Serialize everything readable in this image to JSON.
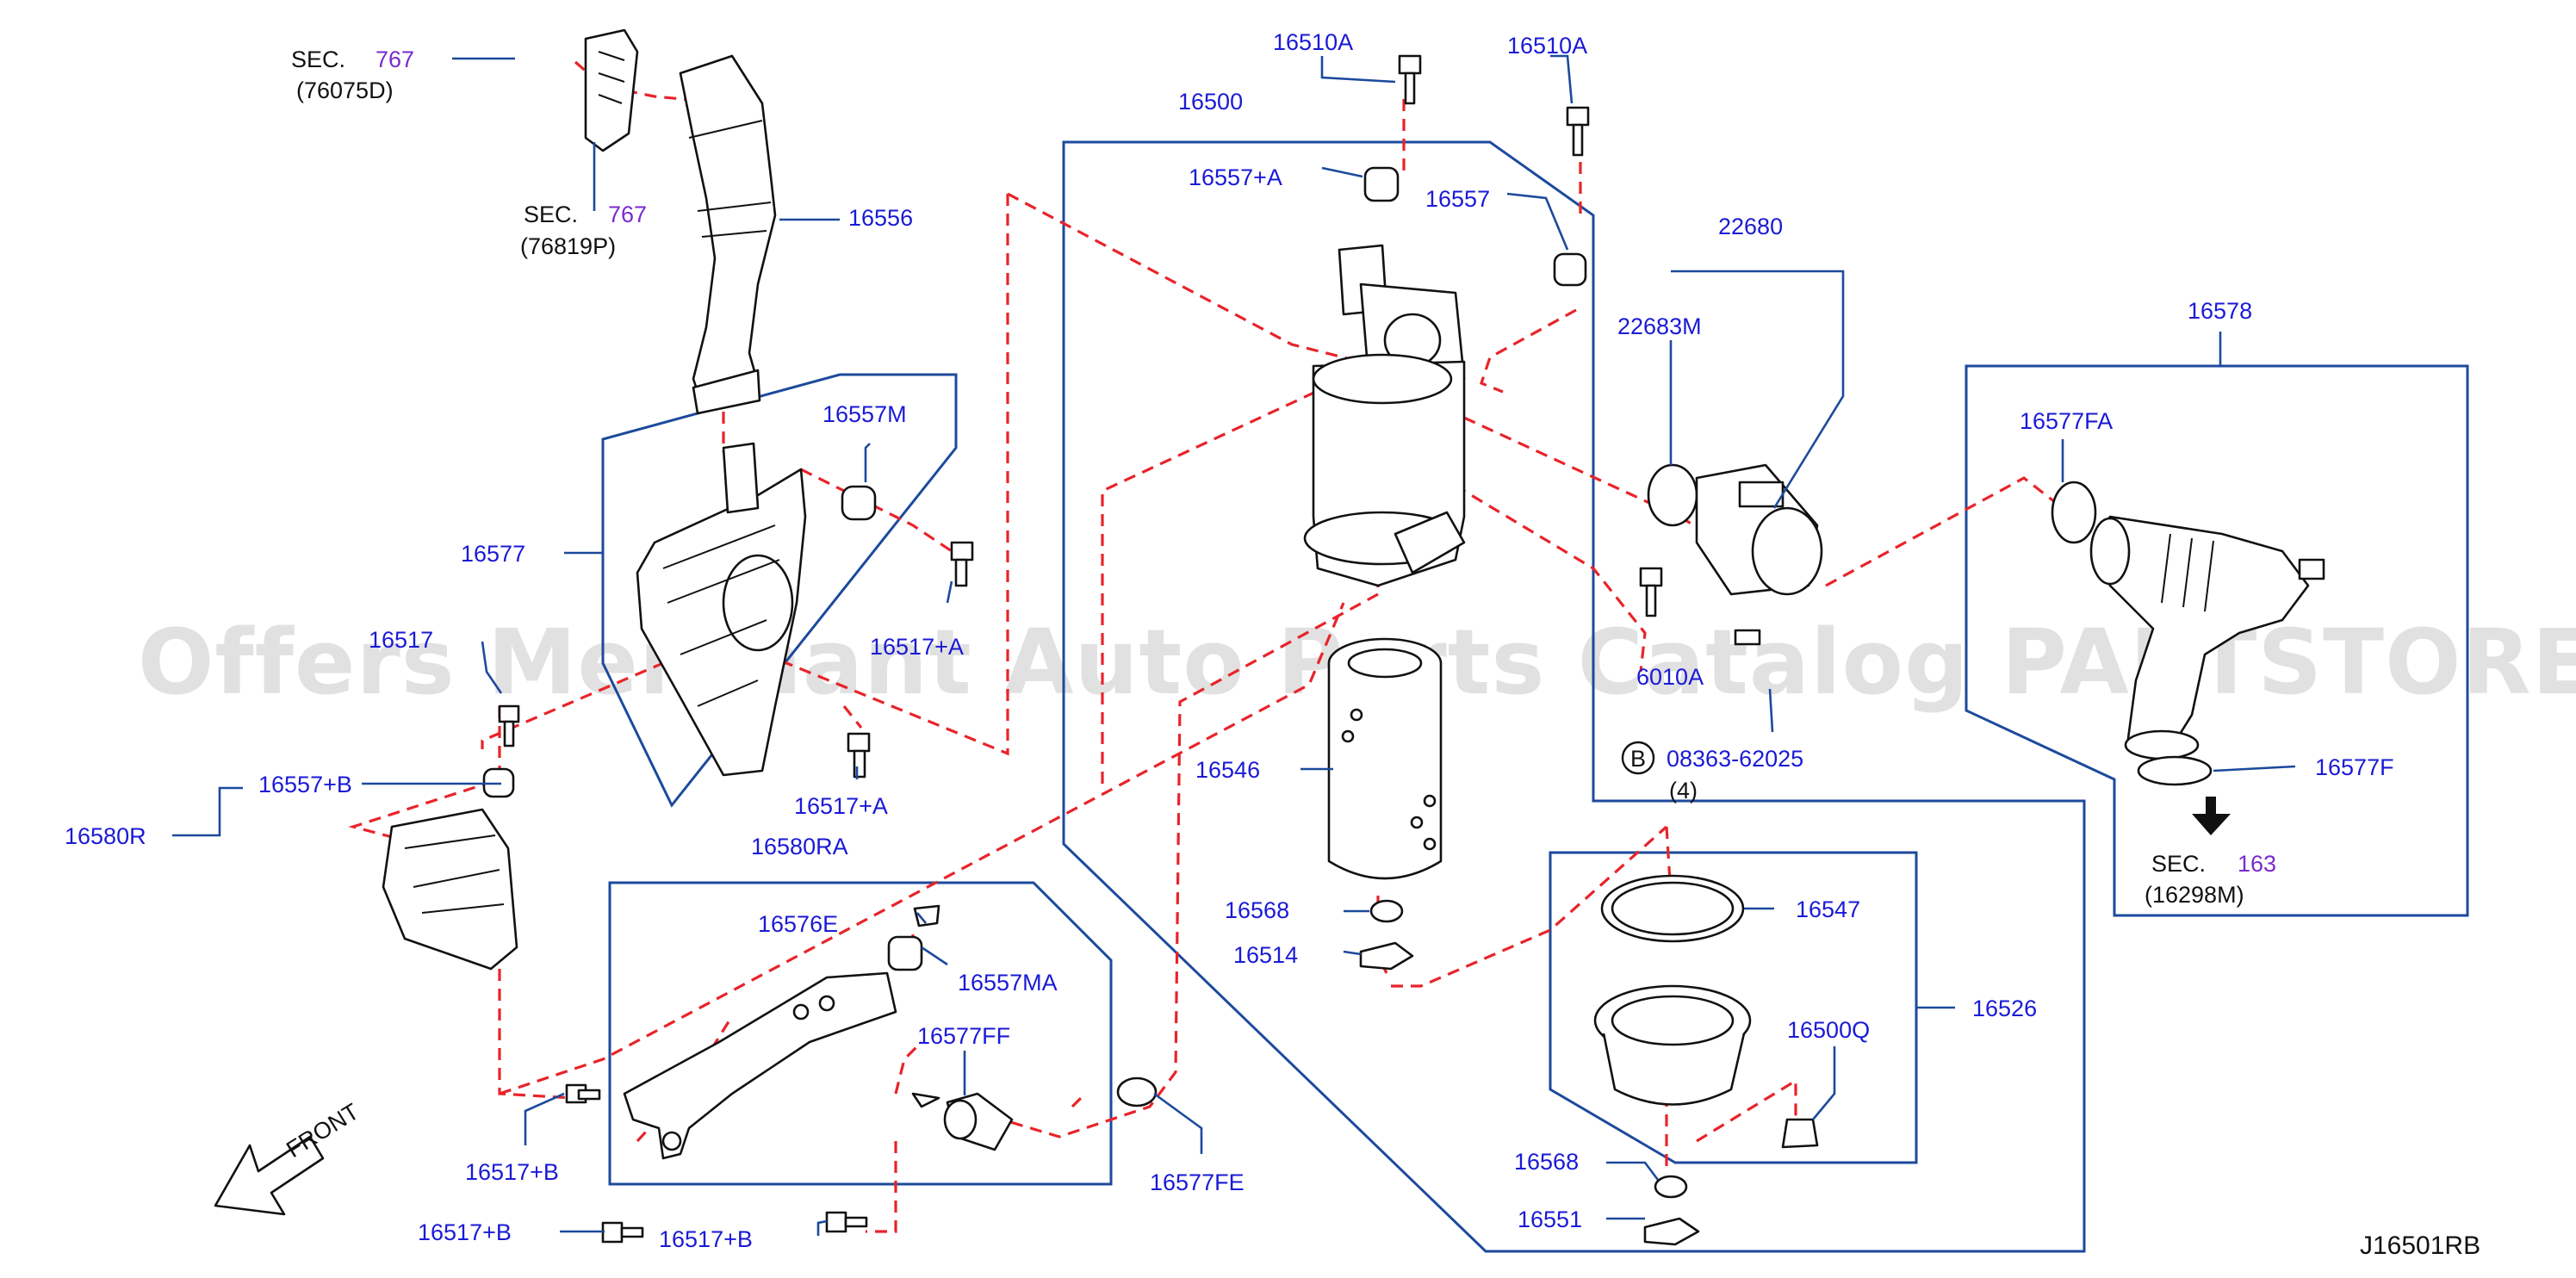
{
  "watermark": "Offers Merchant Auto Parts Catalog PARTSTORE.SA",
  "drawing_code": "J16501RB",
  "front_label": "FRONT",
  "colors": {
    "callout": "#1a1ad6",
    "section_ref": "#7a2ad0",
    "leader": "#1c4a9c",
    "dashed": "#e8242a",
    "watermark": "#c9c9c9"
  },
  "sections": [
    {
      "word": "SEC.",
      "num": "767",
      "sub": "(76075D)"
    },
    {
      "word": "SEC.",
      "num": "767",
      "sub": "(76819P)"
    },
    {
      "word": "SEC.",
      "num": "163",
      "sub": "(16298M)"
    }
  ],
  "bolt_note": {
    "symbol": "B",
    "code": "08363-62025",
    "qty": "(4)"
  },
  "callouts": {
    "c16556": "16556",
    "c16577": "16577",
    "c16557M": "16557M",
    "c16517_top": "16517",
    "c16517A_1": "16517+A",
    "c16517A_2": "16517+A",
    "c16557B": "16557+B",
    "c16580R": "16580R",
    "c16580RA": "16580RA",
    "c16576E": "16576E",
    "c16557MA": "16557MA",
    "c16577FF": "16577FF",
    "c16577FE": "16577FE",
    "c16517B_1": "16517+B",
    "c16517B_2": "16517+B",
    "c16517B_3": "16517+B",
    "c16510A_1": "16510A",
    "c16510A_2": "16510A",
    "c16500": "16500",
    "c16557A": "16557+A",
    "c16557": "16557",
    "c22680": "22680",
    "c22683M": "22683M",
    "c6010A": "6010A",
    "c16546": "16546",
    "c16568_1": "16568",
    "c16514": "16514",
    "c16547": "16547",
    "c16526": "16526",
    "c16500Q": "16500Q",
    "c16568_2": "16568",
    "c16551": "16551",
    "c16578": "16578",
    "c16577FA": "16577FA",
    "c16577F": "16577F"
  }
}
